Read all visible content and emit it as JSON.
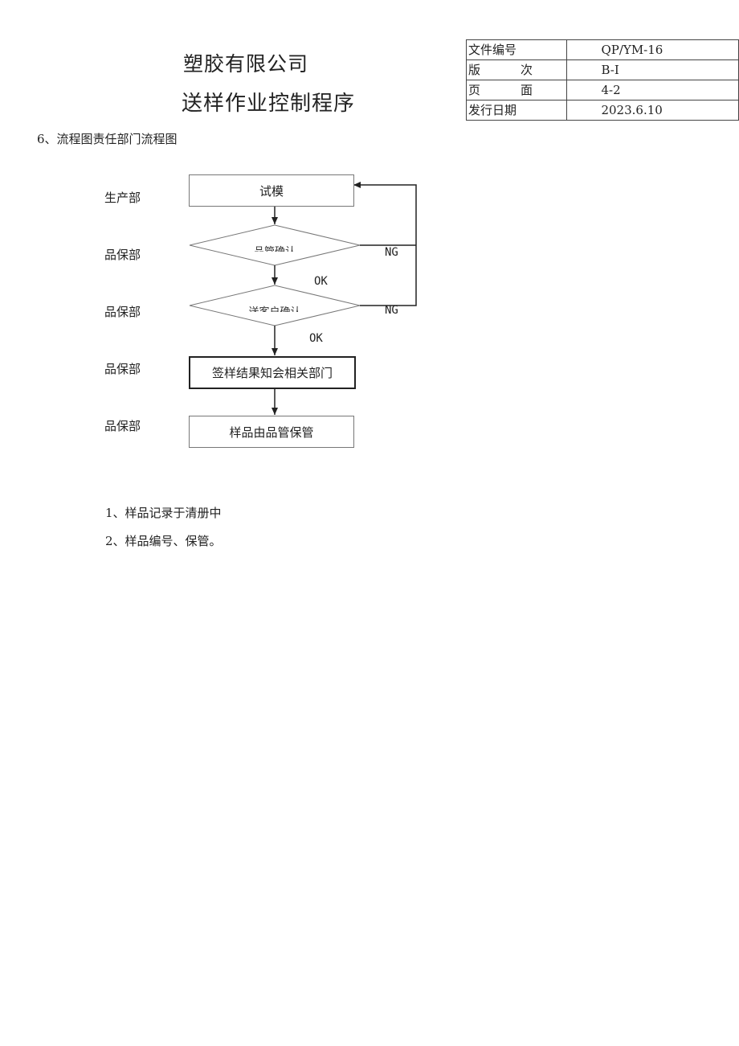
{
  "header": {
    "company": "塑胶有限公司",
    "procedure_title": "送样作业控制程序"
  },
  "doc_info": {
    "rows": [
      {
        "label": "文件编号",
        "value": "QP/YM-16"
      },
      {
        "label": "版次",
        "value": "B-I"
      },
      {
        "label": "页面",
        "value": "4-2"
      },
      {
        "label": "发行日期",
        "value": "2023.6.10"
      }
    ]
  },
  "section_title": "6、流程图责任部门流程图",
  "flowchart": {
    "departments": [
      "生产部",
      "品保部",
      "品保部",
      "品保部",
      "品保部"
    ],
    "steps": {
      "trial_mold": "试模",
      "quality_confirm": "品管确认",
      "customer_confirm": "送客户确认",
      "notify": "签样结果知会相关部门",
      "storage": "样品由品管保管"
    },
    "labels": {
      "ng_1": "NG",
      "ng_2": "NG",
      "ok_1": "OK",
      "ok_2": "OK"
    }
  },
  "notes": [
    "1、样品记录于清册中",
    "2、样品编号、保管。"
  ]
}
